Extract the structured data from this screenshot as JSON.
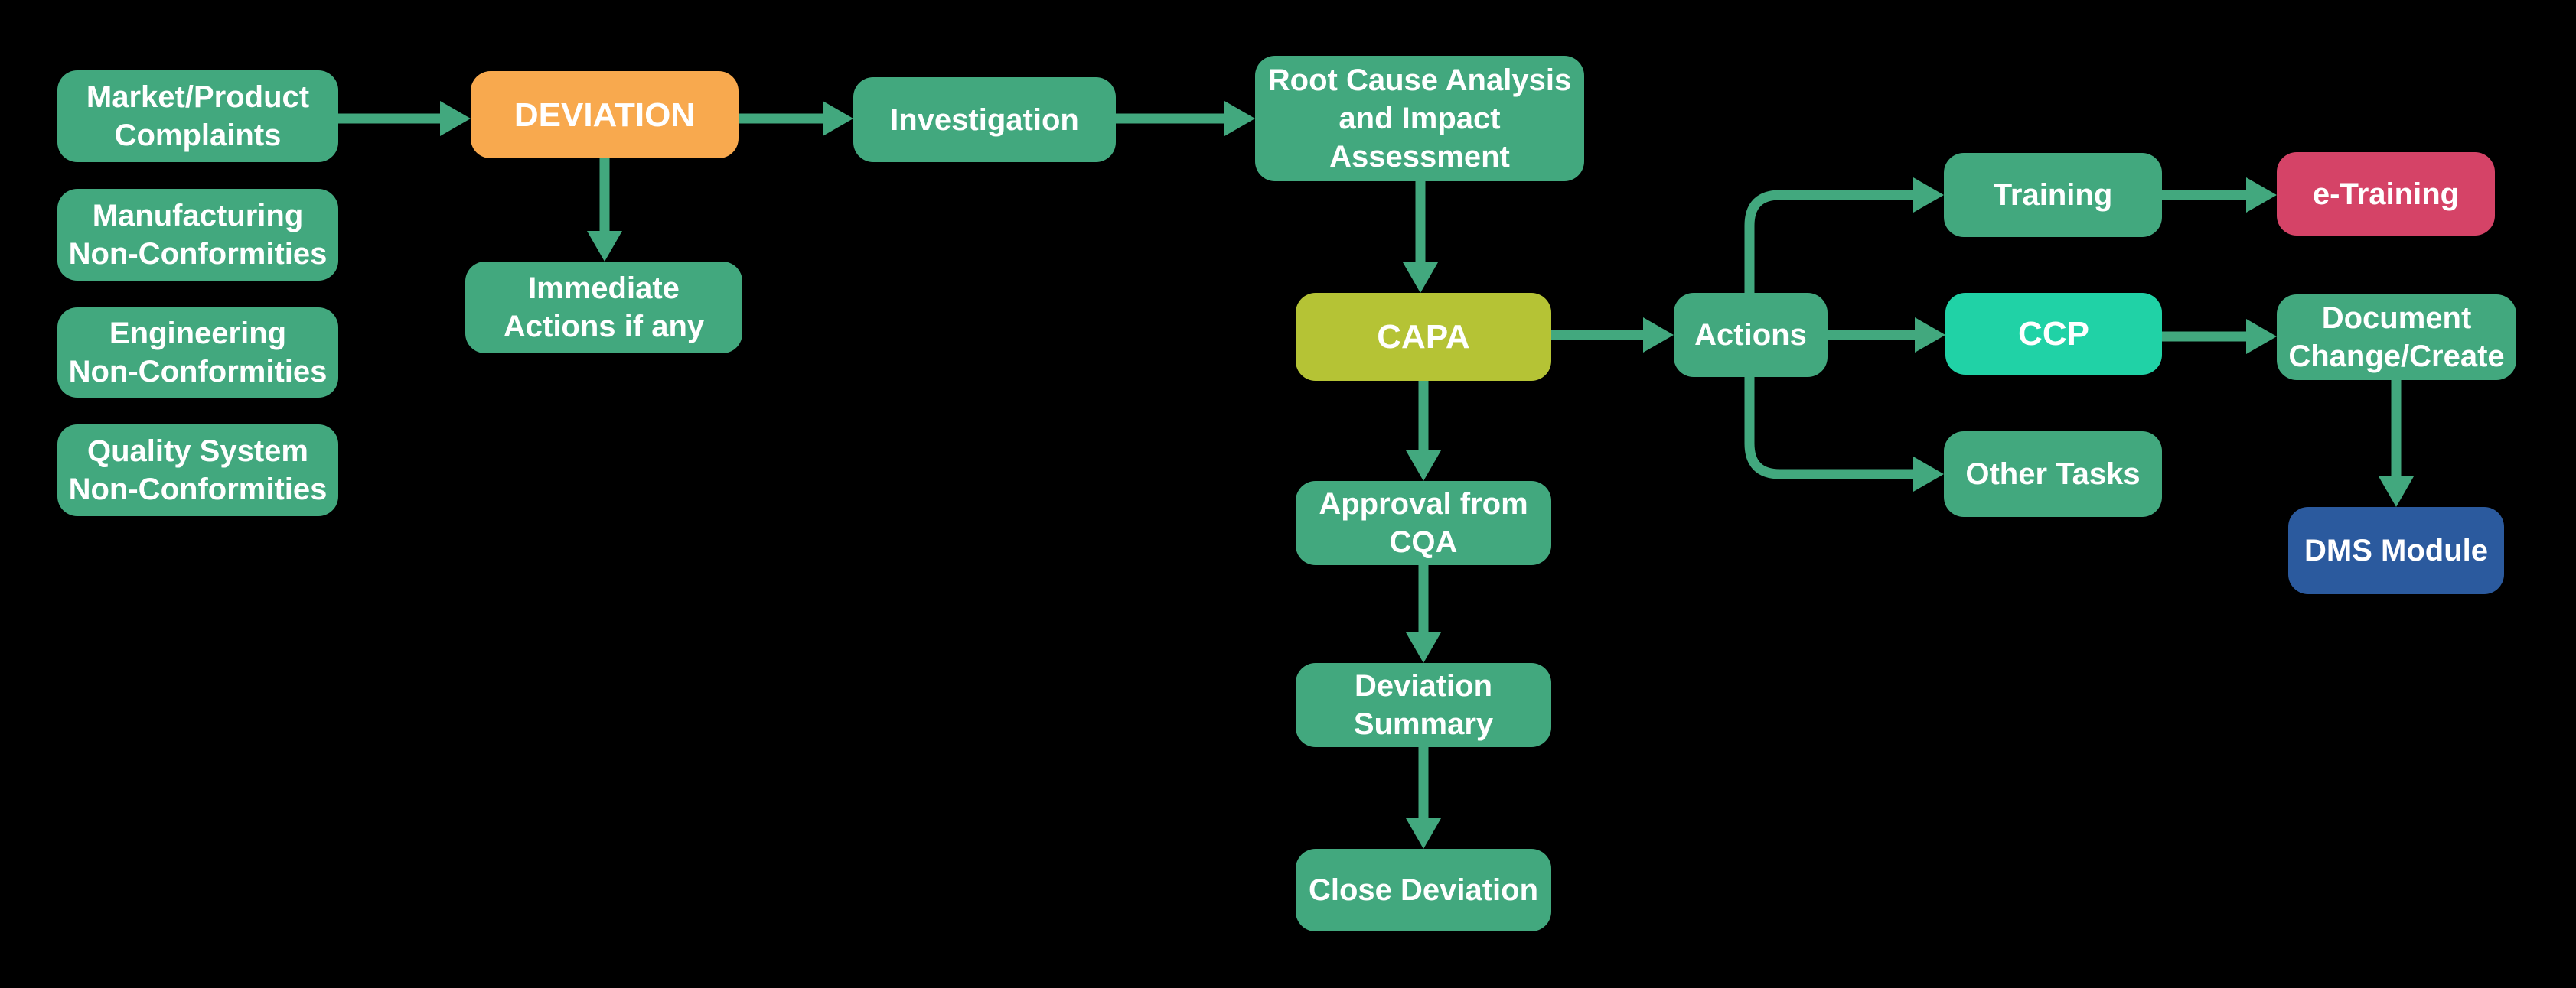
{
  "diagram": {
    "title": "Deviation / CAPA process flowchart",
    "background_color": "#000000",
    "text_color": "#FFFFFF",
    "connector_color": "#42A87E",
    "node_colors": {
      "green": "#42A87E",
      "orange": "#F8A94E",
      "lime": "#B5C335",
      "teal": "#20D2A6",
      "crimson": "#D54367",
      "blue": "#2B5A9E"
    }
  },
  "nodes": {
    "market_complaints": {
      "label": "Market/Product\nComplaints",
      "color": "#42A87E"
    },
    "manufacturing_nc": {
      "label": "Manufacturing\nNon-Conformities",
      "color": "#42A87E"
    },
    "engineering_nc": {
      "label": "Engineering\nNon-Conformities",
      "color": "#42A87E"
    },
    "quality_system_nc": {
      "label": "Quality System\nNon-Conformities",
      "color": "#42A87E"
    },
    "deviation": {
      "label": "DEVIATION",
      "color": "#F8A94E"
    },
    "immediate_actions": {
      "label": "Immediate\nActions if any",
      "color": "#42A87E"
    },
    "investigation": {
      "label": "Investigation",
      "color": "#42A87E"
    },
    "root_cause": {
      "label": "Root Cause Analysis\nand Impact\nAssessment",
      "color": "#42A87E"
    },
    "capa": {
      "label": "CAPA",
      "color": "#B5C335"
    },
    "approval_cqa": {
      "label": "Approval from\nCQA",
      "color": "#42A87E"
    },
    "deviation_summary": {
      "label": "Deviation\nSummary",
      "color": "#42A87E"
    },
    "close_deviation": {
      "label": "Close Deviation",
      "color": "#42A87E"
    },
    "actions": {
      "label": "Actions",
      "color": "#42A87E"
    },
    "training": {
      "label": "Training",
      "color": "#42A87E"
    },
    "e_training": {
      "label": "e-Training",
      "color": "#D54367"
    },
    "ccp": {
      "label": "CCP",
      "color": "#20D2A6"
    },
    "doc_change": {
      "label": "Document\nChange/Create",
      "color": "#42A87E"
    },
    "other_tasks": {
      "label": "Other Tasks",
      "color": "#42A87E"
    },
    "dms_module": {
      "label": "DMS Module",
      "color": "#2B5A9E"
    }
  },
  "connectors": [
    {
      "from": "market_complaints",
      "to": "deviation"
    },
    {
      "from": "deviation",
      "to": "investigation"
    },
    {
      "from": "deviation",
      "to": "immediate_actions"
    },
    {
      "from": "investigation",
      "to": "root_cause"
    },
    {
      "from": "root_cause",
      "to": "capa"
    },
    {
      "from": "capa",
      "to": "approval_cqa"
    },
    {
      "from": "approval_cqa",
      "to": "deviation_summary"
    },
    {
      "from": "deviation_summary",
      "to": "close_deviation"
    },
    {
      "from": "capa",
      "to": "actions"
    },
    {
      "from": "actions",
      "to": "training"
    },
    {
      "from": "actions",
      "to": "ccp"
    },
    {
      "from": "actions",
      "to": "other_tasks"
    },
    {
      "from": "training",
      "to": "e_training"
    },
    {
      "from": "ccp",
      "to": "doc_change"
    },
    {
      "from": "doc_change",
      "to": "dms_module"
    }
  ]
}
